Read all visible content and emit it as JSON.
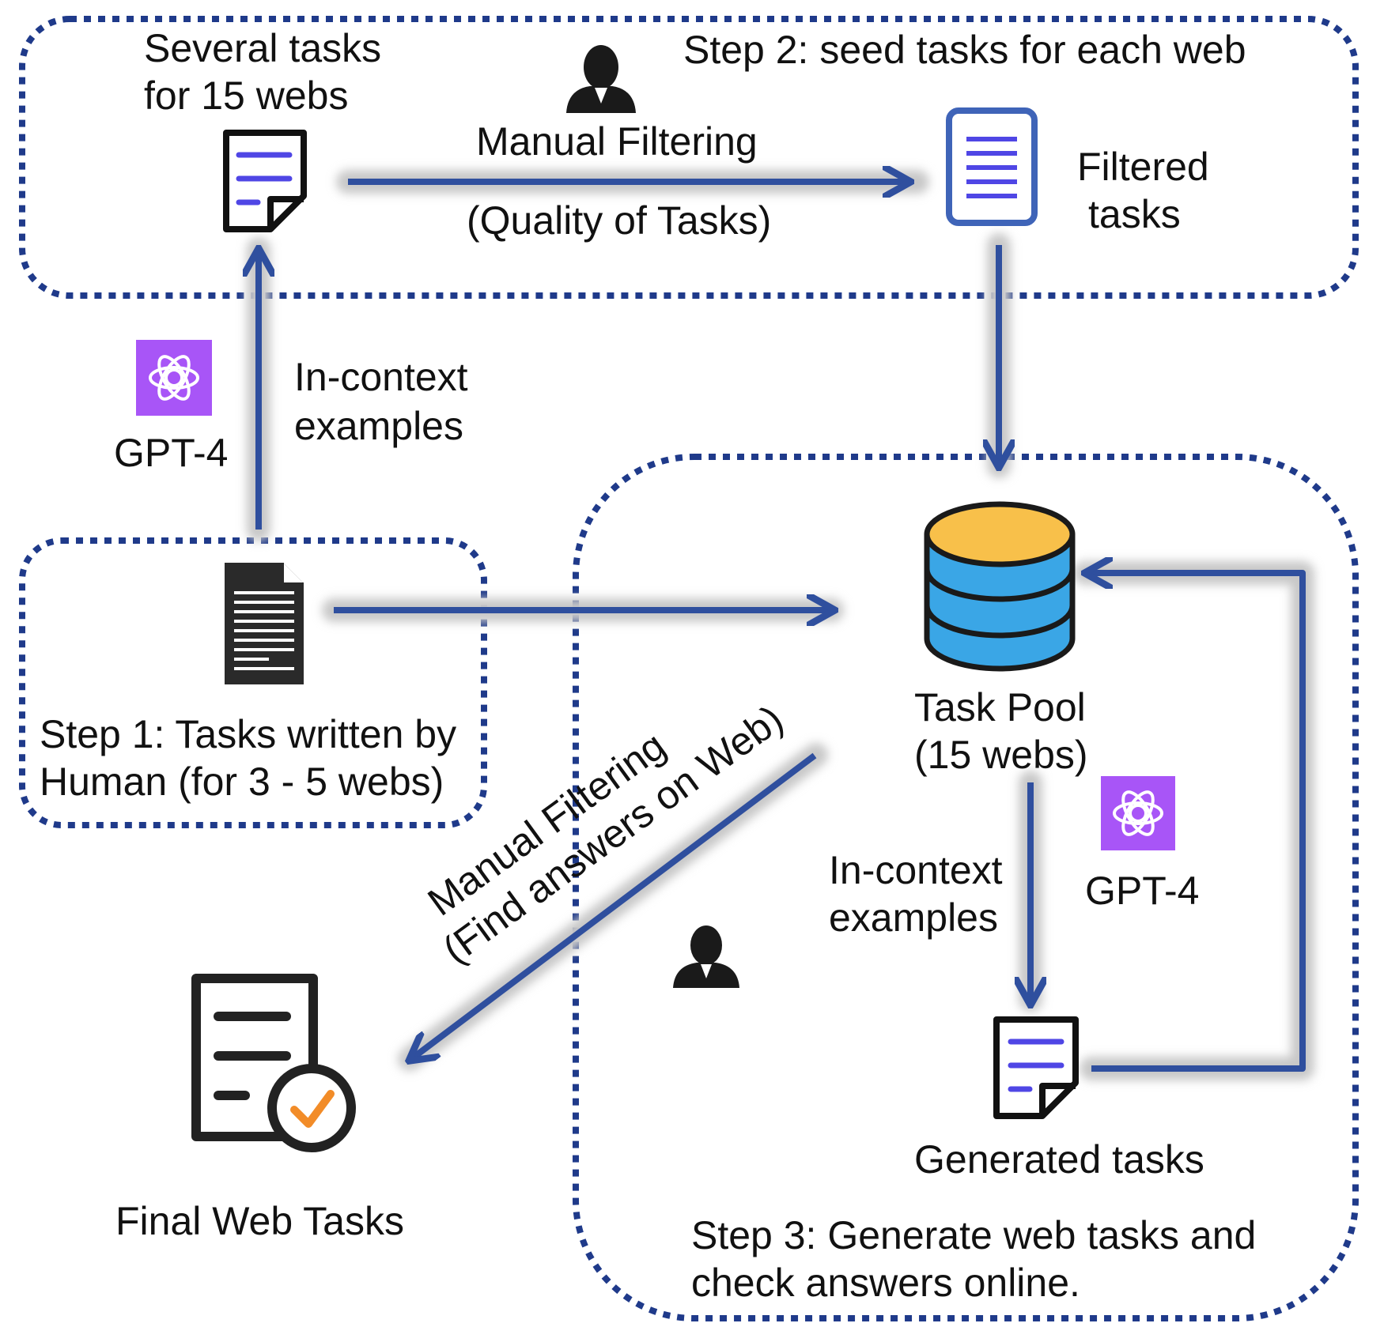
{
  "colors": {
    "arrow": "#2f4f9e",
    "glow": "#d4d4d4",
    "box_border": "#1f3a8a",
    "doc_lines": "#4f46e5",
    "doc_blue_border": "#3f64b8",
    "db_top": "#f8c04a",
    "db_body": "#3aa6e6",
    "gpt_bg": "#a855f7",
    "check": "#f28c28"
  },
  "icons": {
    "doc_several": "document-icon",
    "doc_filtered": "filtered-document-icon",
    "doc_human": "text-document-icon",
    "doc_generated": "document-icon",
    "database": "database-icon",
    "person_top": "person-icon",
    "person_bottom": "person-icon",
    "gpt_left": "openai-logo-icon",
    "gpt_right": "openai-logo-icon",
    "final": "checklist-icon"
  },
  "labels": {
    "several_tasks": [
      "Several tasks",
      "for 15 webs"
    ],
    "step2": "Step 2: seed tasks for each web",
    "manual_filtering": "Manual Filtering",
    "quality": "(Quality of Tasks)",
    "filtered_tasks": [
      "Filtered",
      "tasks"
    ],
    "gpt4_left": "GPT-4",
    "incontext_left": [
      "In-context",
      "examples"
    ],
    "step1": [
      "Step 1: Tasks written by",
      "Human (for 3 - 5 webs)"
    ],
    "task_pool": [
      "Task Pool",
      "(15 webs)"
    ],
    "incontext_right": [
      "In-context",
      "examples"
    ],
    "gpt4_right": "GPT-4",
    "diag": [
      "Manual Filtering",
      "(Find answers on Web)"
    ],
    "final_web_tasks": "Final Web Tasks",
    "generated_tasks": "Generated tasks",
    "step3": [
      "Step 3: Generate web tasks and",
      "check answers online."
    ]
  }
}
